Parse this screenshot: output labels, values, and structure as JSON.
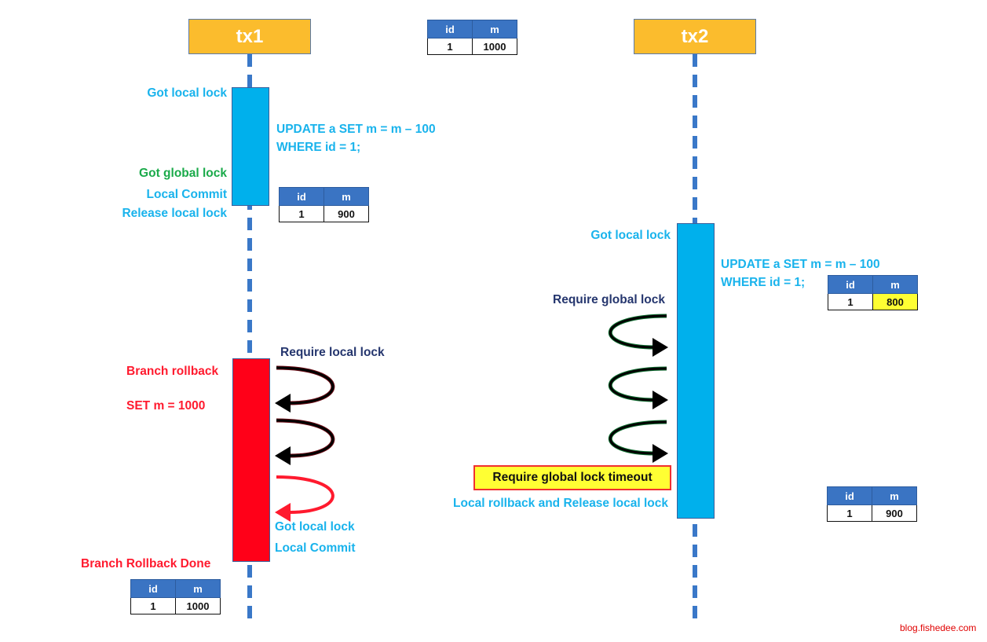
{
  "colors": {
    "header_fill": "#fbbc2d",
    "lifeline": "#3a78c8",
    "activation_blue": "#00b0ec",
    "activation_red": "#ff0018",
    "label_cyan": "#19b3ec",
    "label_green": "#1aaa4a",
    "label_navy": "#25366e",
    "label_red": "#ff1a2e",
    "table_header": "#3a74c3",
    "highlight_yellow": "#ffff33"
  },
  "table_columns": [
    "id",
    "m"
  ],
  "initial_table": {
    "row": [
      "1",
      "1000"
    ]
  },
  "tx1": {
    "title": "tx1",
    "got_local_lock": "Got local lock",
    "sql_line1": "UPDATE a SET m = m – 100",
    "sql_line2": "WHERE id = 1;",
    "got_global_lock": "Got global lock",
    "local_commit": "Local Commit",
    "release_local_lock": "Release local lock",
    "after_commit_table": {
      "row": [
        "1",
        "900"
      ]
    },
    "require_local_lock": "Require local lock",
    "branch_rollback": "Branch rollback",
    "set_m": "SET m = 1000",
    "got_local_lock_2": "Got local lock",
    "local_commit_2": "Local Commit",
    "branch_rollback_done": "Branch Rollback Done",
    "final_table": {
      "row": [
        "1",
        "1000"
      ]
    }
  },
  "tx2": {
    "title": "tx2",
    "got_local_lock": "Got local lock",
    "sql_line1": "UPDATE a SET m = m – 100",
    "sql_line2": "WHERE id = 1;",
    "update_table": {
      "row": [
        "1",
        "800"
      ]
    },
    "require_global_lock": "Require global lock",
    "timeout_callout": "Require global lock timeout",
    "local_rollback": "Local rollback and Release local lock",
    "final_table": {
      "row": [
        "1",
        "900"
      ]
    }
  },
  "watermark": "blog.fishedee.com"
}
